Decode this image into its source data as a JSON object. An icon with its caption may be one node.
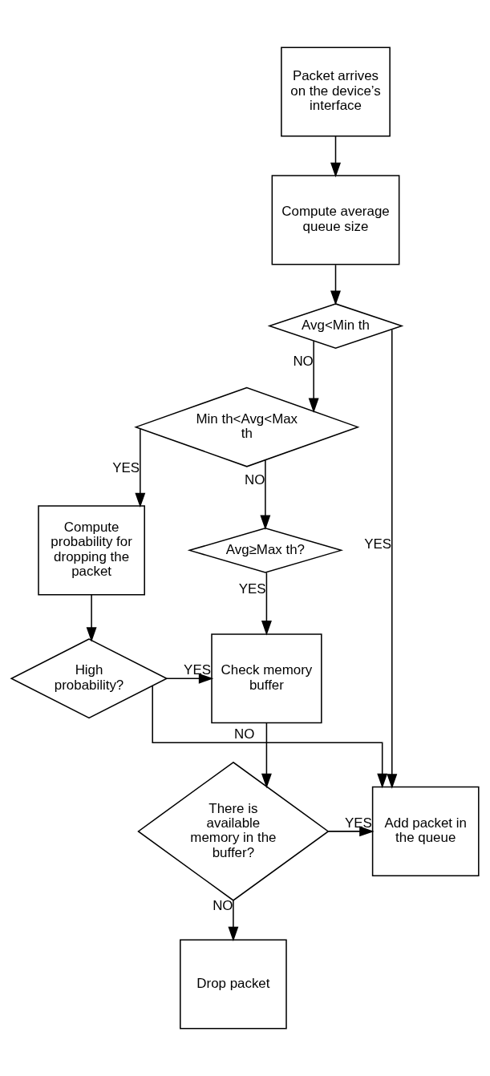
{
  "diagram": {
    "nodes": [
      {
        "text": [
          "Packet arrives on the device’s interface"
        ]
      },
      {
        "text": [
          "Compute average queue size"
        ]
      },
      {
        "text": [
          "Avg<Min th"
        ]
      },
      {
        "text": [
          "Min th<Avg<Max th"
        ]
      },
      {
        "text": [
          "Compute probability for dropping the packet"
        ]
      },
      {
        "text": [
          "Avg≥Max th?"
        ]
      },
      {
        "text": [
          "High probability?"
        ]
      },
      {
        "text": [
          "Check memory buffer"
        ]
      },
      {
        "text": [
          "Add packet in the queue"
        ]
      },
      {
        "text": [
          "There is available memory in the buffer?"
        ]
      },
      {
        "text": [
          "Drop packet"
        ]
      }
    ],
    "edges": [
      {
        "from": 0,
        "to": 1,
        "arrow": "to"
      },
      {
        "from": 1,
        "to": 2,
        "arrow": "to"
      },
      {
        "from": 2,
        "to": 8,
        "arrow": "to",
        "label": "YES"
      },
      {
        "from": 2,
        "to": 3,
        "arrow": "to",
        "label": "NO"
      },
      {
        "from": 3,
        "to": 4,
        "arrow": "to",
        "label": "YES"
      },
      {
        "from": 3,
        "to": 5,
        "arrow": "to",
        "label": "NO"
      },
      {
        "from": 4,
        "to": 6,
        "arrow": "to"
      },
      {
        "from": 5,
        "to": 7,
        "arrow": "to",
        "label": "YES"
      },
      {
        "from": 6,
        "to": 8,
        "arrow": "to",
        "label": "NO"
      },
      {
        "from": 6,
        "to": 7,
        "arrow": "to",
        "label": "YES"
      },
      {
        "from": 7,
        "to": 9,
        "arrow": "to"
      },
      {
        "from": 9,
        "to": 8,
        "arrow": "to",
        "label": "YES"
      },
      {
        "from": 9,
        "to": 10,
        "arrow": "to",
        "label": "NO"
      }
    ]
  }
}
